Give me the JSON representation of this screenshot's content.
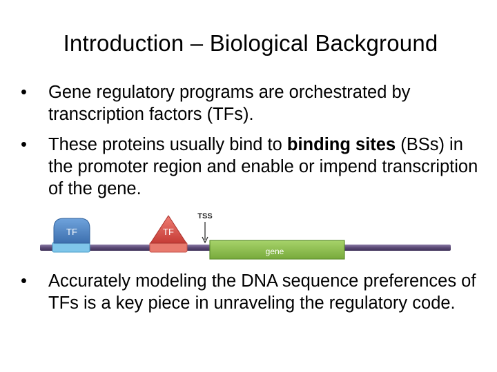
{
  "slide": {
    "title": "Introduction – Biological Background",
    "bullets": [
      {
        "text": "Gene regulatory programs are orchestrated by transcription factors (TFs)."
      },
      {
        "text_before": "These proteins usually bind to ",
        "bold": "binding sites",
        "text_after": " (BSs) in the promoter region and enable or impend transcription of the gene."
      },
      {
        "text": "Accurately modeling the DNA sequence preferences of TFs is a key piece in unraveling the regulatory code."
      }
    ],
    "bullet_glyph": "•"
  },
  "diagram": {
    "tf1_label": "TF",
    "tf2_label": "TF",
    "tss_label": "TSS",
    "gene_label": "gene",
    "colors": {
      "dna": "#6c5b86",
      "tf1_fill": "#4f86c6",
      "tf1_site": "#7fc6ea",
      "tf2_fill": "#d9534f",
      "tf2_site": "#e87a6e",
      "gene_fill": "#8cc152",
      "gene_border": "#5e8f2d"
    }
  }
}
